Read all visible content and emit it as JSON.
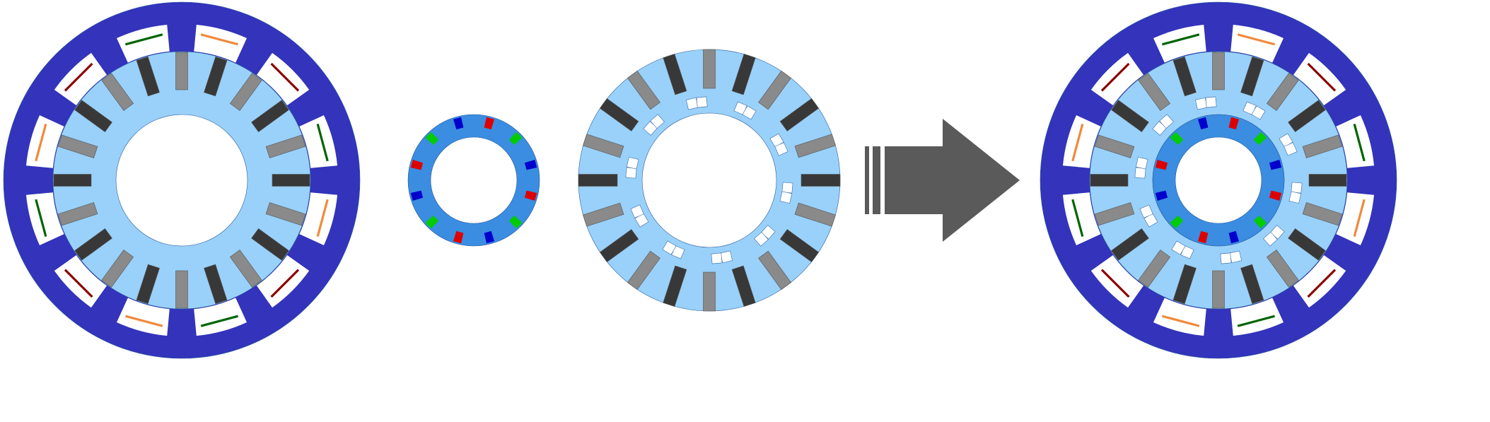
{
  "colors": {
    "stator": "#3333bb",
    "modulator_ring": "#99d1fb",
    "inner_rotor": "#3a8de0",
    "magnet_dark": "#383838",
    "magnet_gray": "#8a8a8a",
    "arrow": "#5a5a5a",
    "slot": "#ffffff"
  },
  "stator": {
    "teeth": 12,
    "coil_colors_clockwise_from_top": [
      "#f08a3c",
      "#8b0000",
      "#006400"
    ]
  },
  "outer_rotor": {
    "magnets": 20,
    "magnet_pattern_from_top": [
      "gray",
      "dark"
    ]
  },
  "inner_rotor": {
    "magnets": 12,
    "magnet_colors_clockwise_from_top": [
      "#dd0000",
      "#00cc00",
      "#0000cc"
    ]
  },
  "flux_barrier_pairs": 10
}
